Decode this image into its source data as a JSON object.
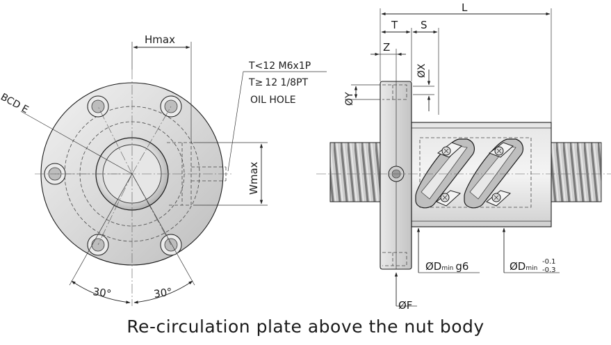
{
  "caption": "Re-circulation plate above the nut body",
  "front_view": {
    "hmax": "Hmax",
    "wmax": "Wmax",
    "bcd": "BCD E",
    "angle_left": "30°",
    "angle_right": "30°",
    "oil_hole_line1": "T<12 M6x1P",
    "oil_hole_line2_prefix": "T",
    "oil_hole_line2_symbol": "≥",
    "oil_hole_line2_rest": "12 1/8PT",
    "oil_hole_line3": "OIL HOLE"
  },
  "side_view": {
    "length": "L",
    "t": "T",
    "s": "S",
    "z": "Z",
    "dia_x": "ØX",
    "dia_y": "ØY",
    "dia_f": "ØF",
    "dmin_g6_main": "ØD",
    "dmin_g6_sub": "min",
    "dmin_g6_tol": "g6",
    "dmin_tol_main": "ØD",
    "dmin_tol_sub": "min",
    "dmin_tol_upper": "-0.1",
    "dmin_tol_lower": "-0.3"
  }
}
